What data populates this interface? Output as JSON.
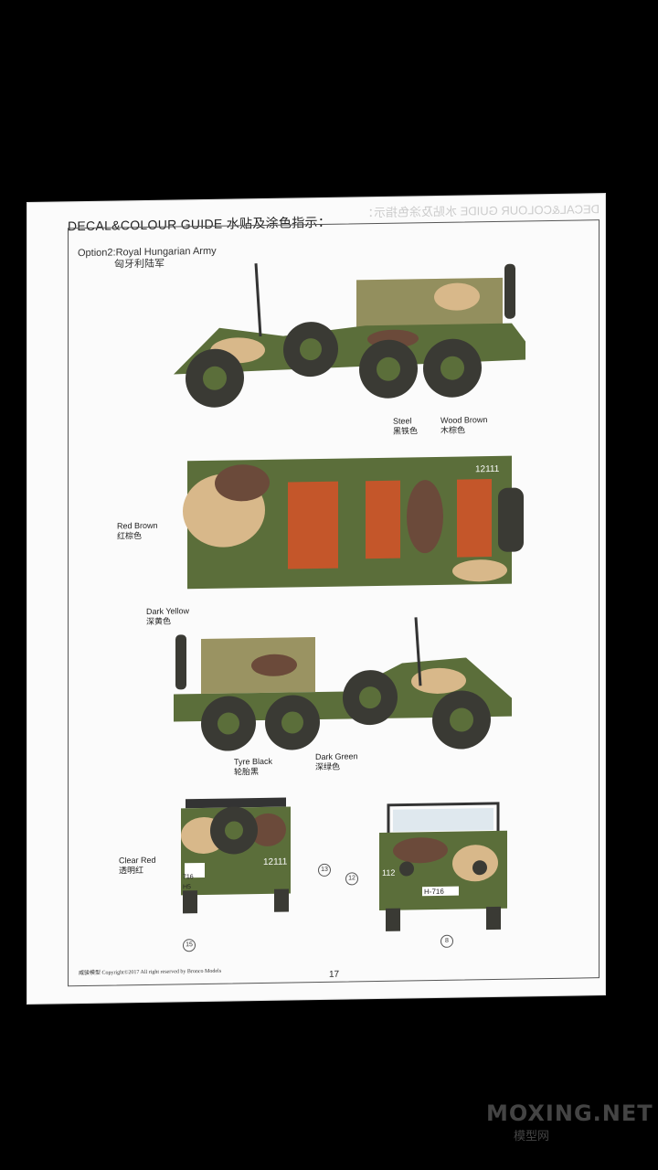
{
  "header": {
    "title": "DECAL&COLOUR GUIDE 水贴及涂色指示：",
    "title_ghost": "DECAL&COLOUR GUIDE 水贴及涂色指示："
  },
  "option": {
    "line1": "Option2:Royal Hungarian Army",
    "line2": "匈牙利陆军"
  },
  "labels": {
    "steel": {
      "en": "Steel",
      "zh": "黑铁色"
    },
    "wood_brown": {
      "en": "Wood Brown",
      "zh": "木棕色"
    },
    "red_brown": {
      "en": "Red Brown",
      "zh": "红棕色"
    },
    "dark_yellow": {
      "en": "Dark Yellow",
      "zh": "深黄色"
    },
    "tyre_black": {
      "en": "Tyre Black",
      "zh": "轮胎黑"
    },
    "dark_green": {
      "en": "Dark Green",
      "zh": "深绿色"
    },
    "clear_red": {
      "en": "Clear Red",
      "zh": "透明红"
    }
  },
  "markings": {
    "rear_number": "12111",
    "top_number": "12111",
    "front_number": "112",
    "plate_rear": "716 H5",
    "plate_front": "H-716"
  },
  "callouts": [
    "13",
    "12",
    "15",
    "8"
  ],
  "footer": {
    "copyright": "威骏模型 Copyright©2017 All right reserved by Bronco Models",
    "page": "17"
  },
  "watermark": {
    "main": "MOXING.NET",
    "sub": "模型网"
  },
  "colors": {
    "green": "#5b6e3a",
    "dark_yellow": "#d8b88a",
    "brown": "#6b4a3a",
    "red_brown": "#c4562a",
    "tyre": "#3a3a34"
  }
}
